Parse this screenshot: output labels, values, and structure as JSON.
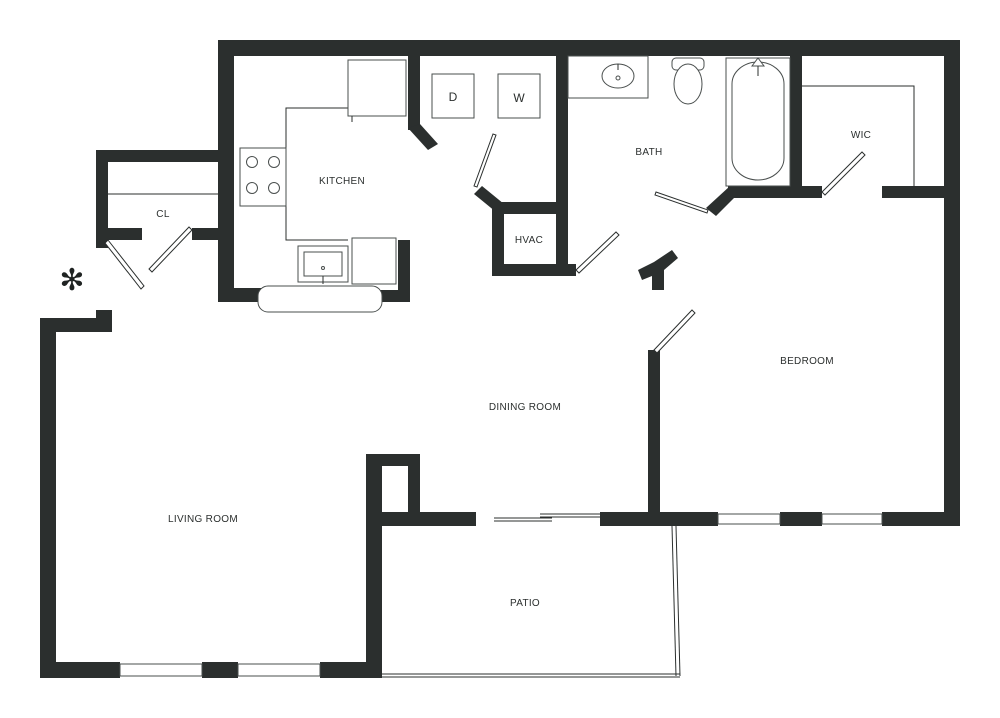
{
  "plan": {
    "rooms": {
      "kitchen": "KITCHEN",
      "closet": "CL",
      "bath": "BATH",
      "walk_in_closet": "WIC",
      "hvac": "HVAC",
      "dining_room": "DINING ROOM",
      "bedroom": "BEDROOM",
      "living_room": "LIVING ROOM",
      "patio": "PATIO"
    },
    "appliances": {
      "dryer": "D",
      "washer": "W"
    },
    "compass_symbol": "✻",
    "colors": {
      "wall": "#2b2f2e",
      "background": "#ffffff"
    }
  }
}
